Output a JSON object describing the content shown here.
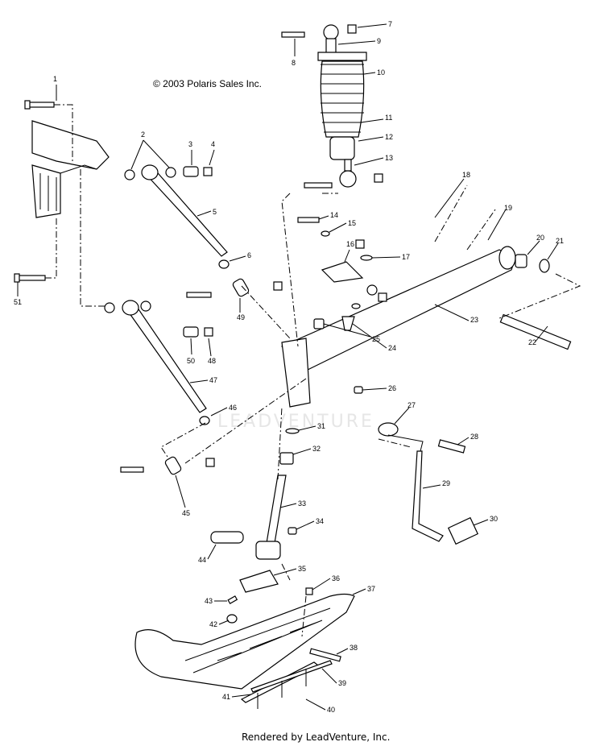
{
  "copyright": "© 2003 Polaris Sales Inc.",
  "credit": "Rendered by LeadVenture, Inc.",
  "watermark": "LEADVENTURE",
  "callouts": [
    "1",
    "2",
    "3",
    "4",
    "5",
    "6",
    "7",
    "8",
    "9",
    "10",
    "11",
    "12",
    "13",
    "14",
    "15",
    "16",
    "17",
    "18",
    "19",
    "20",
    "21",
    "22",
    "23",
    "24",
    "25",
    "26",
    "27",
    "28",
    "29",
    "30",
    "31",
    "32",
    "33",
    "34",
    "35",
    "36",
    "37",
    "38",
    "39",
    "40",
    "41",
    "42",
    "43",
    "44",
    "45",
    "46",
    "47",
    "48",
    "49",
    "50",
    "51"
  ]
}
